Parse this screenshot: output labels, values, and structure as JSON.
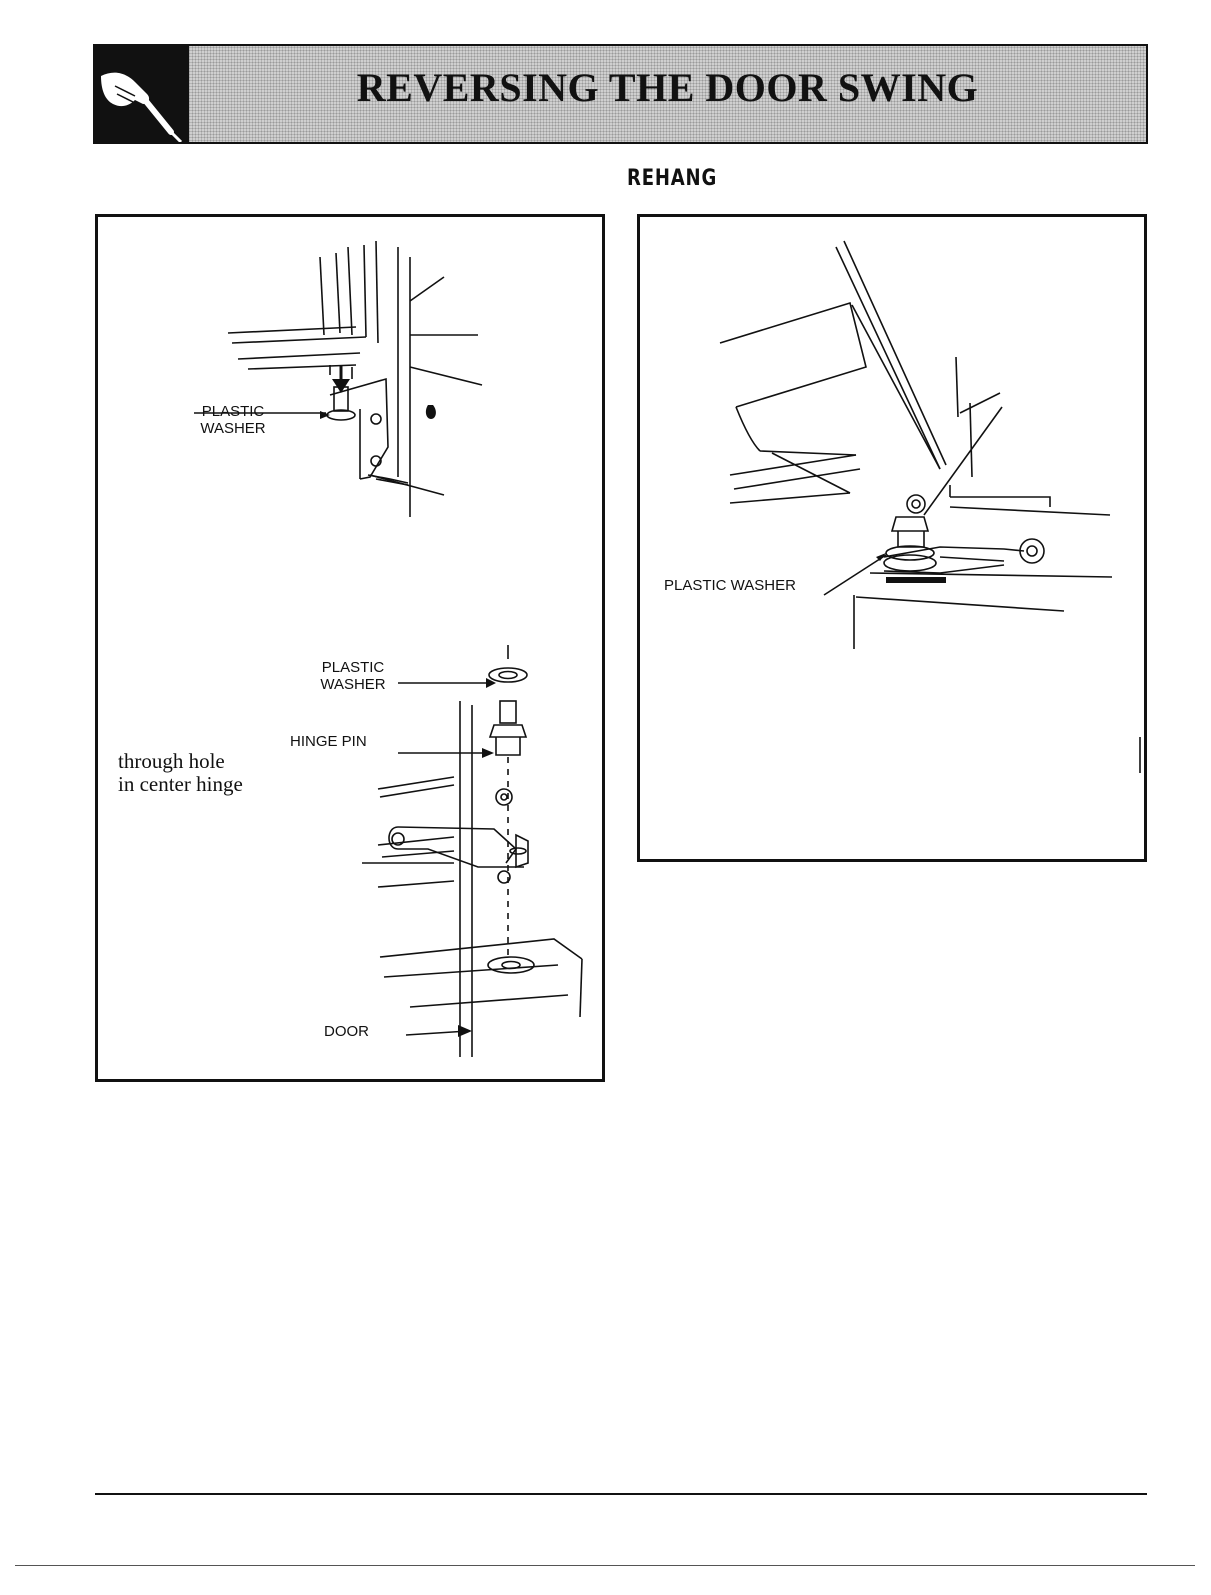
{
  "banner": {
    "title": "REVERSING THE DOOR SWING",
    "icon": "hand-screwdriver-icon"
  },
  "section": {
    "heading": "REHANG"
  },
  "figure_left": {
    "label_plastic_washer_top": "PLASTIC\nWASHER",
    "label_plastic_washer_bottom": "PLASTIC\nWASHER",
    "label_hinge_pin": "HINGE PIN",
    "label_door": "DOOR",
    "note_line1": "through hole",
    "note_line2": "in center hinge"
  },
  "figure_right": {
    "label_plastic_washer": "PLASTIC WASHER"
  }
}
